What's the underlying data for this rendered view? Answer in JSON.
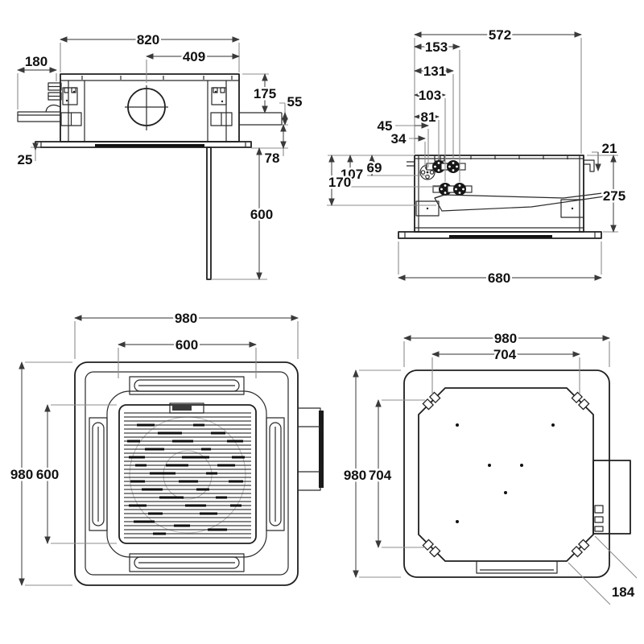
{
  "drawing": {
    "type": "technical-dimension-drawing",
    "subject": "ceiling cassette air conditioner unit, four orthographic views",
    "units": "mm",
    "line_color": "#1f1f1f",
    "dim_color": "#8c8c8c"
  },
  "views": {
    "side_a": {
      "overall_width": "820",
      "duct_center": "409",
      "pipe_extension": "180",
      "upper_height": "175",
      "outlet_band": "55",
      "panel_lip": "25",
      "panel_drop": "78",
      "wall_clearance": "600"
    },
    "side_b": {
      "overall_width": "572",
      "pipe_dims": [
        "153",
        "131",
        "103",
        "81",
        "45",
        "34"
      ],
      "vertical_dims": [
        "69",
        "107",
        "170"
      ],
      "hanger_offset": "21",
      "body_height": "275",
      "panel_width": "680"
    },
    "panel_bottom": {
      "panel_width": "980",
      "grille_width": "600",
      "panel_height": "980",
      "grille_height": "600"
    },
    "panel_top": {
      "panel_width": "980",
      "hanger_width": "704",
      "panel_height": "980",
      "hanger_height": "704",
      "corner_outlet": "184"
    }
  }
}
